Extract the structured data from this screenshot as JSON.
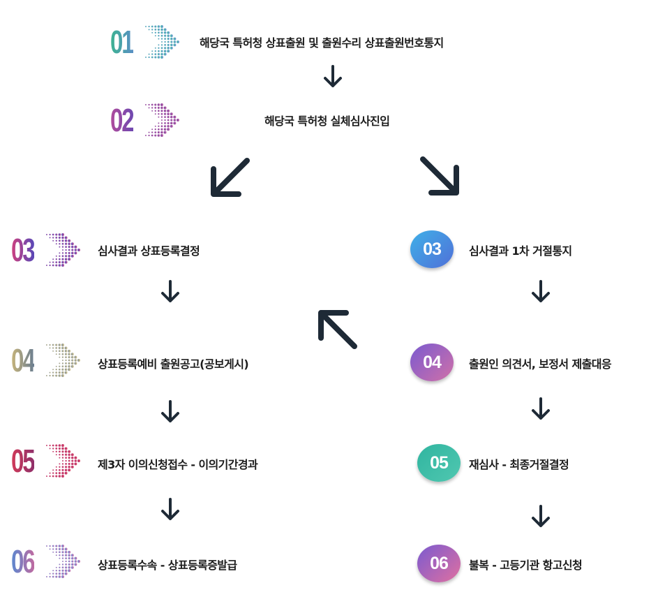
{
  "steps_top": [
    {
      "num": "01",
      "label": "해당국 특허청 상표출원 및 출원수리 상표출원번호통지"
    },
    {
      "num": "02",
      "label": "해당국 특허청 실체심사진입"
    }
  ],
  "steps_left": [
    {
      "num": "03",
      "label": "심사결과 상표등록결정"
    },
    {
      "num": "04",
      "label": "상표등록예비 출원공고(공보게시)"
    },
    {
      "num": "05",
      "label": "제3자 이의신청접수 - 이의기간경과"
    },
    {
      "num": "06",
      "label": "상표등록수속 - 상표등록증발급"
    }
  ],
  "steps_right": [
    {
      "num": "03",
      "label": "심사결과 1차 거절통지"
    },
    {
      "num": "04",
      "label": "출원인 의견서, 보정서 제출대응"
    },
    {
      "num": "05",
      "label": "재심사 - 최종거절결정"
    },
    {
      "num": "06",
      "label": "불복 - 고등기관 항고신청"
    }
  ],
  "colors": {
    "arrow": "#1e2a36",
    "text": "#1c1c1c"
  },
  "icons": [
    "down-arrow-icon",
    "diagonal-arrow-icon",
    "dotted-chevron-icon",
    "number-badge"
  ]
}
